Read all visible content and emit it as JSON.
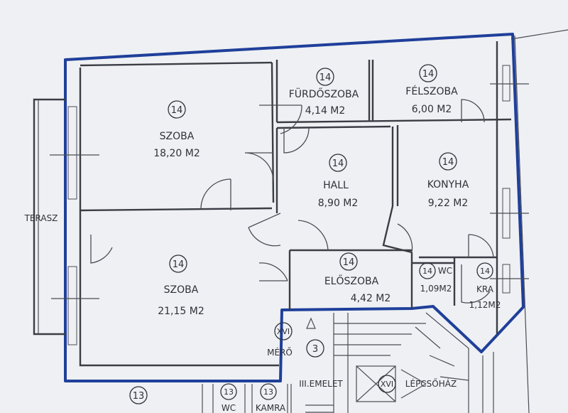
{
  "rooms": {
    "szoba1": {
      "num": "14",
      "name": "SZOBA",
      "area": "18,20 M2"
    },
    "furdo": {
      "num": "14",
      "name": "FÜRDŐSZOBA",
      "area": "4,14 M2"
    },
    "felszoba": {
      "num": "14",
      "name": "FÉLSZOBA",
      "area": "6,00 M2"
    },
    "hall": {
      "num": "14",
      "name": "HALL",
      "area": "8,90 M2"
    },
    "konyha": {
      "num": "14",
      "name": "KONYHA",
      "area": "9,22 M2"
    },
    "szoba2": {
      "num": "14",
      "name": "SZOBA",
      "area": "21,15 M2"
    },
    "eloszoba": {
      "num": "14",
      "name": "ELŐSZOBA",
      "area": "4,42 M2"
    },
    "wc": {
      "num": "14",
      "name": "WC",
      "area": "1,09M2"
    },
    "kra": {
      "num": "14",
      "name": "KRA",
      "area": "1,12M2"
    }
  },
  "labels": {
    "terasz": "TERASZ",
    "xvi_left": "XVI",
    "mero": "MÉRŐ",
    "stair_num": "3",
    "emelet": "III.EMELET",
    "xvi_stair": "XVI",
    "lepcsohaz": "LÉPCSŐHÁZ",
    "below_left_num": "13",
    "below_wc_num": "13",
    "below_wc": "WC",
    "below_kamra_num": "13",
    "below_kamra": "KAMRA"
  }
}
